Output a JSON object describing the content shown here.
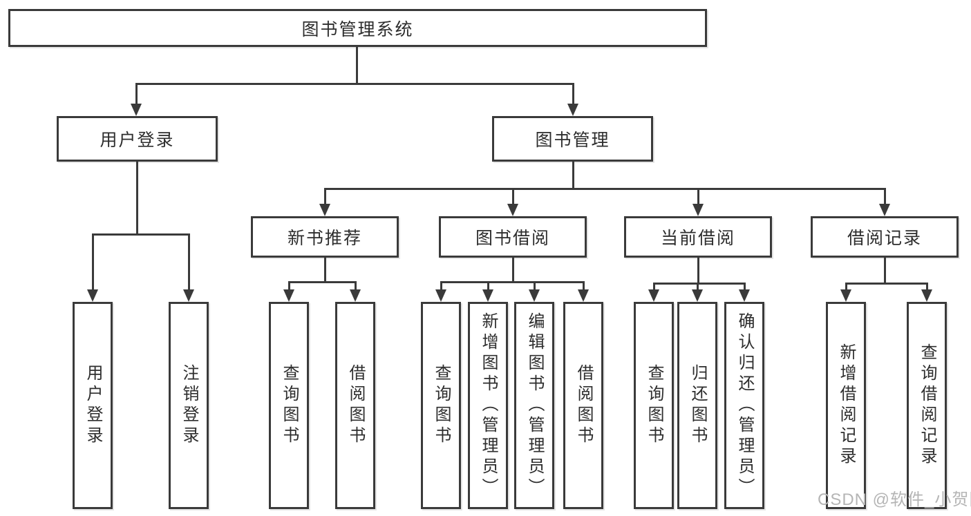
{
  "tree": {
    "root": {
      "label": "图书管理系统"
    },
    "branches": [
      {
        "label": "用户登录",
        "leaves": [
          {
            "label": "用户登录"
          },
          {
            "label": "注销登录"
          }
        ]
      },
      {
        "label": "图书管理",
        "groups": [
          {
            "label": "新书推荐",
            "leaves": [
              {
                "label": "查询图书"
              },
              {
                "label": "借阅图书"
              }
            ]
          },
          {
            "label": "图书借阅",
            "leaves": [
              {
                "label": "查询图书"
              },
              {
                "label": "新增图书（管理员）"
              },
              {
                "label": "编辑图书（管理员）"
              },
              {
                "label": "借阅图书"
              }
            ]
          },
          {
            "label": "当前借阅",
            "leaves": [
              {
                "label": "查询图书"
              },
              {
                "label": "归还图书"
              },
              {
                "label": "确认归还（管理员）"
              }
            ]
          },
          {
            "label": "借阅记录",
            "leaves": [
              {
                "label": "新增借阅记录"
              },
              {
                "label": "查询借阅记录"
              }
            ]
          }
        ]
      }
    ]
  },
  "watermark": {
    "text": "CSDN @软件_小贺同学"
  },
  "colors": {
    "line": "#3a3a3a",
    "text": "#2d2d2d",
    "watermark": "#b5b5b5",
    "background": "#ffffff"
  }
}
